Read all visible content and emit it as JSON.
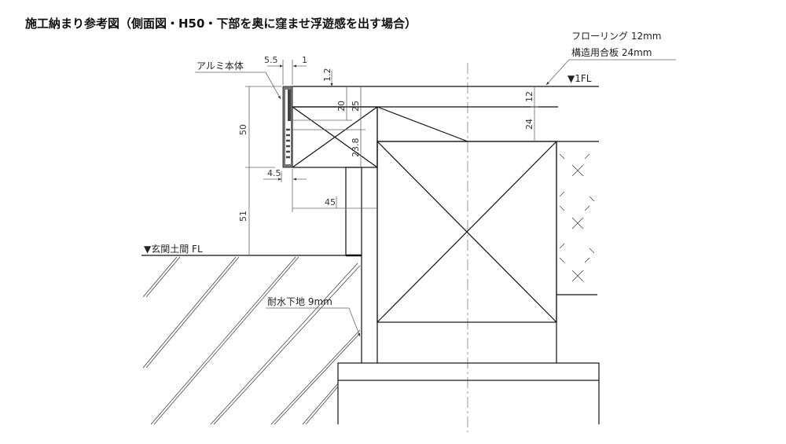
{
  "title": "施工納まり参考図（側面図・H50・下部を奥に窪ませ浮遊感を出す場合）",
  "labels": {
    "aluminum_body": "アルミ本体",
    "flooring": "フローリング 12mm",
    "plywood": "構造用合板 24mm",
    "floor_1fl": "▼1FL",
    "entrance_fl": "▼玄関土間 FL",
    "waterproof_base": "耐水下地 9mm"
  },
  "dimensions": {
    "d5_5": "5.5",
    "d1": "1",
    "d1_2": "1.2",
    "d20": "20",
    "d25": "25",
    "d23_8": "23.8",
    "d50": "50",
    "d51": "51",
    "d4_5": "4.5",
    "d45": "45",
    "d12": "12",
    "d24": "24"
  }
}
